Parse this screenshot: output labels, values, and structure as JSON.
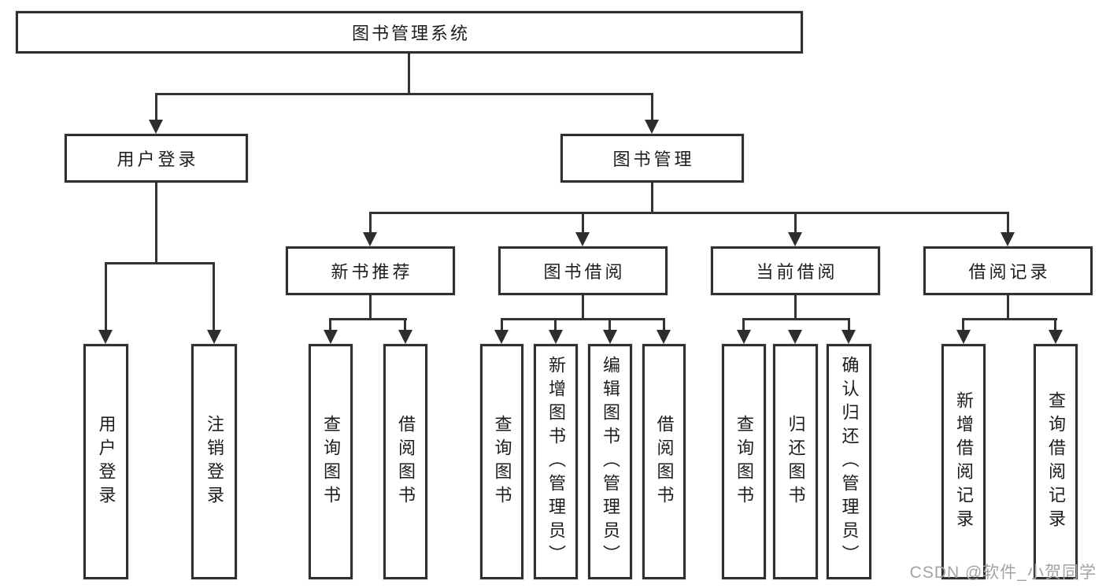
{
  "tree": {
    "root": {
      "label": "图书管理系统"
    },
    "level2": [
      {
        "label": "用户登录"
      },
      {
        "label": "图书管理"
      }
    ],
    "level3": [
      {
        "label": "新书推荐"
      },
      {
        "label": "图书借阅"
      },
      {
        "label": "当前借阅"
      },
      {
        "label": "借阅记录"
      }
    ],
    "leaves": {
      "user": [
        {
          "label": "用户登录"
        },
        {
          "label": "注销登录"
        }
      ],
      "recommend": [
        {
          "label": "查询图书"
        },
        {
          "label": "借阅图书"
        }
      ],
      "borrow": [
        {
          "label": "查询图书"
        },
        {
          "label": "新增图书（管理员）"
        },
        {
          "label": "编辑图书（管理员）"
        },
        {
          "label": "借阅图书"
        }
      ],
      "current": [
        {
          "label": "查询图书"
        },
        {
          "label": "归还图书"
        },
        {
          "label": "确认归还（管理员）"
        }
      ],
      "records": [
        {
          "label": "新增借阅记录"
        },
        {
          "label": "查询借阅记录"
        }
      ]
    }
  },
  "colors": {
    "line": "#343434",
    "box_border": "#303030",
    "text": "#1d1d1d",
    "watermark": "#a3a3a3"
  },
  "watermark": {
    "text": "CSDN @软件_小贺同学"
  }
}
